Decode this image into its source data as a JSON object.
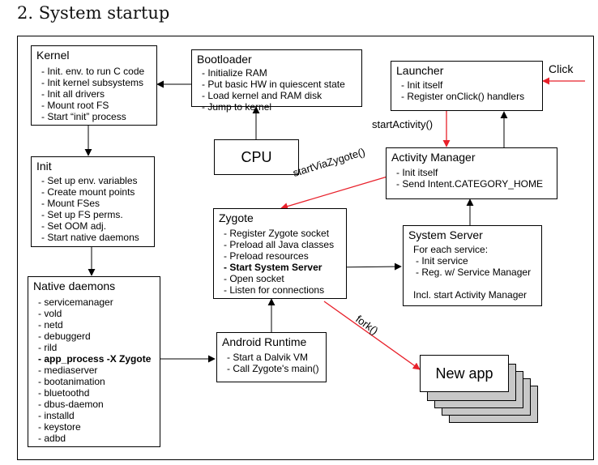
{
  "heading": "2. System startup",
  "boxes": {
    "kernel": {
      "title": "Kernel",
      "items": [
        "Init. env. to run C code",
        "Init kernel subsystems",
        "Init all drivers",
        "Mount root FS",
        "Start “init” process"
      ]
    },
    "bootloader": {
      "title": "Bootloader",
      "items": [
        "Initialize RAM",
        "Put basic HW in quiescent state",
        "Load kernel and RAM disk",
        "Jump to kernel"
      ]
    },
    "cpu": {
      "title": "CPU"
    },
    "launcher": {
      "title": "Launcher",
      "items": [
        "Init itself",
        "Register onClick() handlers"
      ]
    },
    "init": {
      "title": "Init",
      "items": [
        "Set up env. variables",
        "Create mount points",
        "Mount FSes",
        "Set up FS perms.",
        "Set OOM adj.",
        "Start native daemons"
      ]
    },
    "activity_manager": {
      "title": "Activity Manager",
      "items": [
        "Init itself",
        "Send Intent.CATEGORY_HOME"
      ]
    },
    "zygote": {
      "title": "Zygote",
      "items": [
        "Register Zygote socket",
        "Preload all Java classes",
        "Preload resources",
        "Start System Server",
        "Open socket",
        "Listen for connections"
      ]
    },
    "system_server": {
      "title": "System Server",
      "intro": "For each service:",
      "items": [
        "Init service",
        "Reg. w/ Service Manager"
      ],
      "footer": "Incl. start Activity Manager"
    },
    "native_daemons": {
      "title": "Native daemons",
      "items": [
        "servicemanager",
        "vold",
        "netd",
        "debuggerd",
        "rild",
        "app_process -X Zygote",
        "mediaserver",
        "bootanimation",
        "bluetoothd",
        "dbus-daemon",
        "installd",
        "keystore",
        "adbd"
      ]
    },
    "android_runtime": {
      "title": "Android Runtime",
      "items": [
        "Start a Dalvik VM",
        "Call Zygote's main()"
      ]
    },
    "new_app": {
      "title": "New app"
    }
  },
  "edge_labels": {
    "click": "Click",
    "start_activity": "startActivity()",
    "start_via_zygote": "startViaZygote()",
    "fork": "fork()"
  },
  "colors": {
    "red_arrow": "#e8202a",
    "black_arrow": "#000000",
    "stack_fill": "#c8c8c8"
  }
}
